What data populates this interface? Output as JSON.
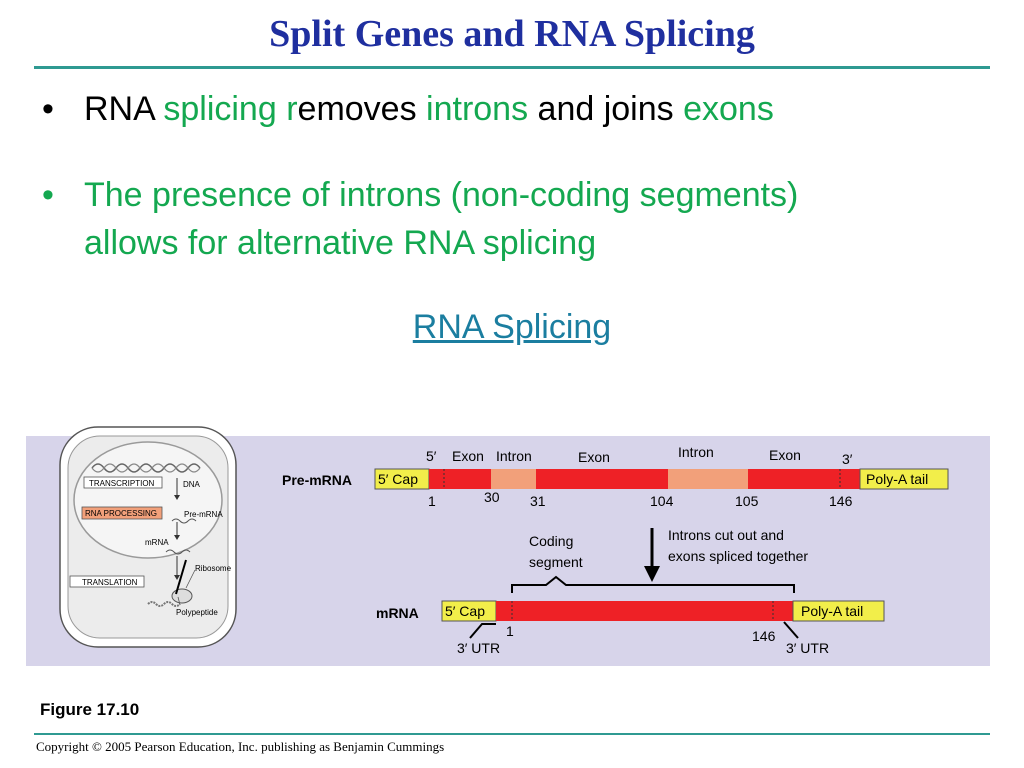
{
  "slide": {
    "title": "Split Genes and RNA Splicing",
    "bullet1": {
      "bullet": "•",
      "p1": "RNA ",
      "p2": "splicing r",
      "p3": "emoves ",
      "p4": "introns",
      "p5": " and joins ",
      "p6": "exons"
    },
    "bullet2": {
      "bullet": "•",
      "line1": "The presence of introns (non-coding segments)",
      "line2": "allows for alternative RNA splicing"
    },
    "link": "RNA Splicing",
    "figure_label": "Figure 17.10",
    "copyright": "Copyright © 2005 Pearson Education, Inc. publishing as Benjamin Cummings"
  },
  "inset": {
    "transcription": "TRANSCRIPTION",
    "dna": "DNA",
    "rna_processing": "RNA PROCESSING",
    "pre_mrna": "Pre-mRNA",
    "mrna": "mRNA",
    "ribosome": "Ribosome",
    "translation": "TRANSLATION",
    "polypeptide": "Polypeptide"
  },
  "diagram": {
    "pre_label": "Pre-mRNA",
    "mrna_label": "mRNA",
    "five_prime": "5′",
    "three_prime": "3′",
    "cap": "5′ Cap",
    "tail": "Poly-A tail",
    "exon": "Exon",
    "intron": "Intron",
    "positions": [
      "1",
      "30",
      "31",
      "104",
      "105",
      "146"
    ],
    "coding_segment": [
      "Coding",
      "segment"
    ],
    "arrow_note": [
      "Introns cut out and",
      "exons spliced together"
    ],
    "utr": "3′ UTR",
    "mrna_positions": [
      "1",
      "146"
    ]
  },
  "colors": {
    "title": "#1f2f9f",
    "accent_green": "#14a850",
    "link": "#1b7ea0",
    "rule": "#2f9a92",
    "exon": "#ee2126",
    "intron": "#f2a07a",
    "cap": "#f2ee4a",
    "panel": "#d7d4ea"
  }
}
